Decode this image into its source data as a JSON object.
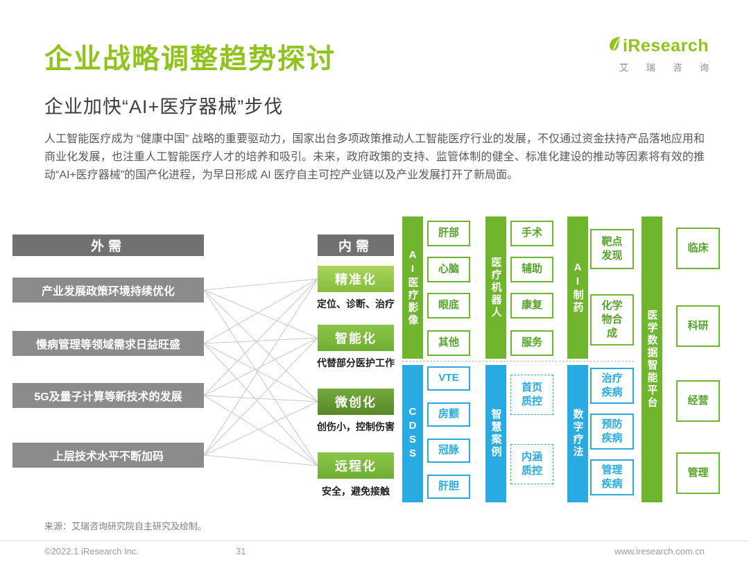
{
  "page": {
    "title": "企业战略调整趋势探讨",
    "subtitle": "企业加快“AI+医疗器械”步伐",
    "intro": "人工智能医疗成为 “健康中国” 战略的重要驱动力，国家出台多项政策推动人工智能医疗行业的发展，不仅通过资金扶持产品落地应用和商业化发展，也注重人工智能医疗人才的培养和吸引。未来，政府政策的支持、监管体制的健全、标准化建设的推动等因素将有效的推动“AI+医疗器械”的国产化进程，为早日形成 AI 医疗自主可控产业链以及产业发展打开了新局面。"
  },
  "logo": {
    "brand": "iResearch",
    "brand_cn": "艾 瑞 咨 询"
  },
  "external": {
    "header": "外需",
    "items": [
      "产业发展政策环境持续优化",
      "慢病管理等领域需求日益旺盛",
      "5G及量子计算等新技术的发展",
      "上层技术水平不断加码"
    ]
  },
  "internal": {
    "header": "内需",
    "items": [
      {
        "label": "精准化",
        "caption": "定位、诊断、治疗"
      },
      {
        "label": "智能化",
        "caption": "代替部分医护工作"
      },
      {
        "label": "微创化",
        "caption": "创伤小，控制伤害"
      },
      {
        "label": "远程化",
        "caption": "安全，避免接触"
      }
    ]
  },
  "green_columns": [
    {
      "bar": "AI医疗影像",
      "boxes": [
        "肝部",
        "心脑",
        "眼底",
        "其他"
      ]
    },
    {
      "bar": "医疗机器人",
      "boxes": [
        "手术",
        "辅助",
        "康复",
        "服务"
      ]
    },
    {
      "bar": "AI制药",
      "boxes": [
        "靶点发现",
        "化学物合成"
      ]
    },
    {
      "bar": "医学数据智能平台",
      "boxes": [
        "临床",
        "科研",
        "经营",
        "管理"
      ]
    }
  ],
  "blue_columns": [
    {
      "bar": "CDSS",
      "boxes": [
        "VTE",
        "房颤",
        "冠脉",
        "肝胆"
      ]
    },
    {
      "bar": "智慧案例",
      "boxes": [
        "首页质控",
        "内涵质控"
      ]
    },
    {
      "bar": "数字疗法",
      "boxes": [
        "治疗疾病",
        "预防疾病",
        "管理疾病"
      ]
    }
  ],
  "colors": {
    "accent_green": "#8FC41F",
    "bar_green": "#6FB52E",
    "bar_blue": "#29ABE2",
    "gray_bar": "#717171"
  },
  "footer": {
    "source": "来源：艾瑞咨询研究院自主研究及绘制。",
    "copyright": "©2022.1 iResearch Inc.",
    "page": "31",
    "site": "www.iresearch.com.cn"
  }
}
